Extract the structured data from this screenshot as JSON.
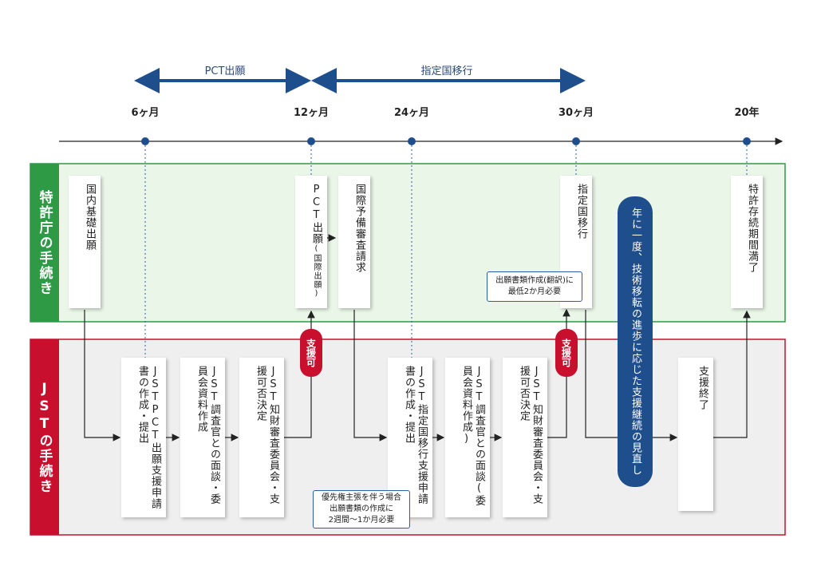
{
  "spans": {
    "pct": "PCT出願",
    "national": "指定国移行"
  },
  "ticks": [
    "6ヶ月",
    "12ヶ月",
    "24ヶ月",
    "30ヶ月",
    "20年"
  ],
  "bands": {
    "jpo": "特許庁の手続き",
    "jst": "JSTの手続き"
  },
  "jpo_steps": {
    "domestic": "国内基礎出願",
    "pct_filing": "PCT出願",
    "pct_filing_sub": "(国際出願)",
    "ipe": "国際予備審査請求",
    "national": "指定国移行",
    "expiry": "特許存続期間満了"
  },
  "jst_steps": {
    "pct_support": "JSTPCT出願支援申請書の作成・提出",
    "interview1": "JST調査官との面談・委員会資料作成",
    "committee1": "JST知財審査委員会・支援可否決定",
    "national_support": "JST指定国移行支援申請書の作成・提出",
    "interview2": "JST調査官との面談(委員会資料作成)",
    "committee2": "JST知財審査委員会・支援可否決定",
    "end": "支援終了"
  },
  "badges": {
    "b1": "支援可",
    "b2": "支援可"
  },
  "review": "年に一度、技術移転の進歩に応じた支援継続の見直し",
  "notes": {
    "translation": [
      "出願書類作成(翻訳)に",
      "最低2か月必要"
    ],
    "priority": [
      "優先権主張を伴う場合",
      "出願書類の作成に",
      "2週間〜1か月必要"
    ]
  },
  "colors": {
    "navy": "#1f4e8c",
    "green": "#2e9a46",
    "red": "#c8102e"
  }
}
